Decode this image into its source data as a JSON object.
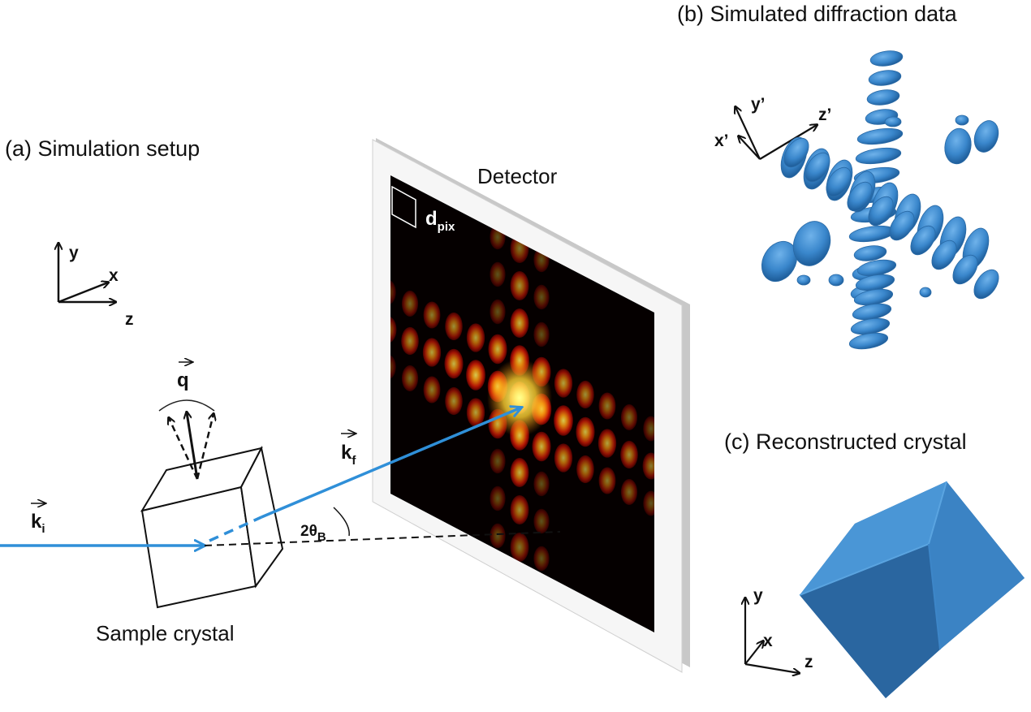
{
  "panels": {
    "a_title": "(a) Simulation setup",
    "b_title": "(b) Simulated diffraction data",
    "c_title": "(c) Reconstructed crystal"
  },
  "setup": {
    "detector_label": "Detector",
    "sample_label": "Sample crystal",
    "pixel_label": "d",
    "pixel_sub": "pix",
    "ki_label": "k",
    "ki_sub": "i",
    "kf_label": "k",
    "kf_sub": "f",
    "q_label": "q",
    "angle_label": "2θ",
    "angle_sub": "B",
    "axes": {
      "x": "x",
      "y": "y",
      "z": "z"
    }
  },
  "diffraction": {
    "axes": {
      "x": "x’",
      "y": "y’",
      "z": "z’"
    }
  },
  "reconstruction": {
    "axes": {
      "x": "x",
      "y": "y",
      "z": "z"
    }
  },
  "colors": {
    "beam": "#2f8fd8",
    "blob": "#3a87cc",
    "cube_top": "#4a96d6",
    "cube_left": "#2d6eaa",
    "cube_right": "#3b83c4",
    "detector_bg": "#050000"
  }
}
